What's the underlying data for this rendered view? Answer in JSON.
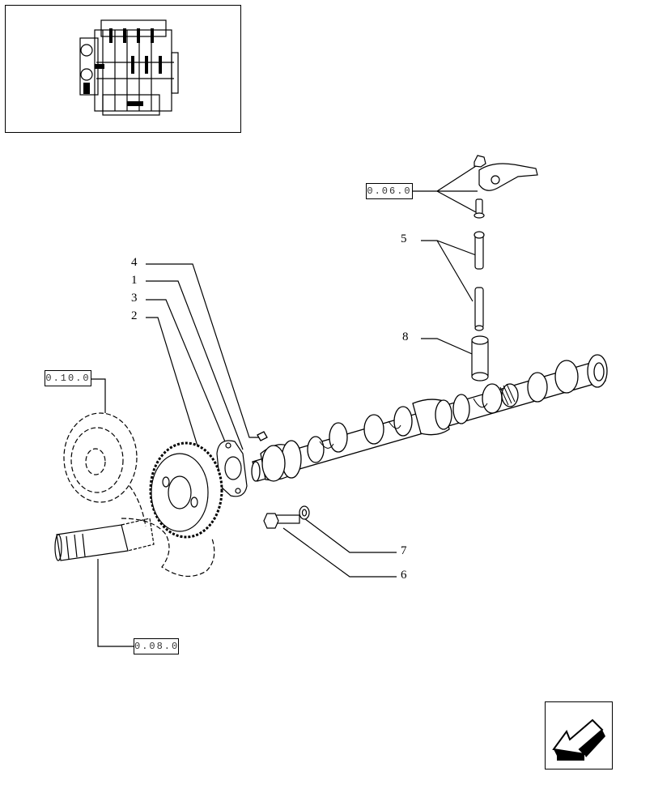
{
  "references": {
    "rocker_group": "0.06.0",
    "timing_gears": "0.10.0",
    "crankshaft": "0.08.0"
  },
  "callouts": {
    "item_1": "1",
    "item_2": "2",
    "item_3": "3",
    "item_4": "4",
    "item_5": "5",
    "item_6": "6",
    "item_7": "7",
    "item_8": "8"
  },
  "icons": {
    "thumbnail": "engine-thumbnail-icon",
    "nav": "back-arrow-icon"
  }
}
